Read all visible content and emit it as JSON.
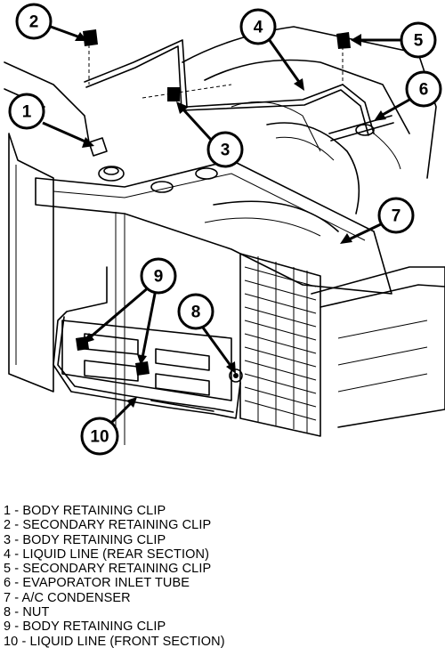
{
  "callouts": [
    {
      "number": "1",
      "label": "BODY RETAINING CLIP"
    },
    {
      "number": "2",
      "label": "SECONDARY RETAINING CLIP"
    },
    {
      "number": "3",
      "label": "BODY RETAINING CLIP"
    },
    {
      "number": "4",
      "label": "LIQUID LINE (REAR SECTION)"
    },
    {
      "number": "5",
      "label": "SECONDARY RETAINING CLIP"
    },
    {
      "number": "6",
      "label": "EVAPORATOR INLET TUBE"
    },
    {
      "number": "7",
      "label": "A/C CONDENSER"
    },
    {
      "number": "8",
      "label": "NUT"
    },
    {
      "number": "9",
      "label": "BODY RETAINING CLIP"
    },
    {
      "number": "10",
      "label": "LIQUID LINE (FRONT SECTION)"
    }
  ],
  "legend_lines": [
    "1 - BODY RETAINING CLIP",
    "2 - SECONDARY RETAINING CLIP",
    "3 - BODY RETAINING CLIP",
    "4 - LIQUID LINE (REAR SECTION)",
    "5 - SECONDARY RETAINING CLIP",
    "6 - EVAPORATOR INLET TUBE",
    "7 - A/C CONDENSER",
    "8 - NUT",
    "9 - BODY RETAINING CLIP",
    "10 - LIQUID LINE (FRONT SECTION)"
  ]
}
